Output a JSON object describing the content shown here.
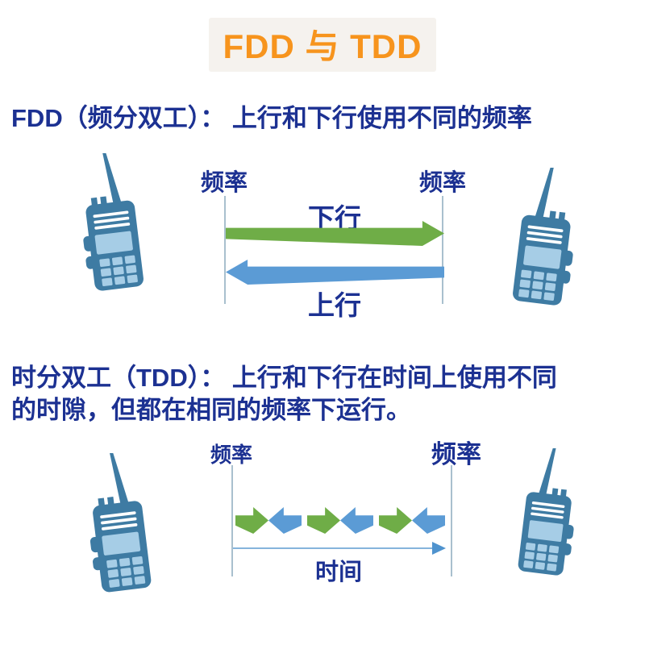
{
  "title": "FDD 与 TDD",
  "sections": {
    "fdd": {
      "heading": "FDD（频分双工）： 上行和下行使用不同的频率",
      "freq_label_left": "频率",
      "freq_label_right": "频率",
      "downlink_label": "下行",
      "uplink_label": "上行"
    },
    "tdd": {
      "heading_line1": "时分双工（TDD）： 上行和下行在时间上使用不同",
      "heading_line2": "的时隙，但都在相同的频率下运行。",
      "freq_label_left": "频率",
      "freq_label_right": "频率",
      "time_label": "时间",
      "slots": [
        "downlink",
        "uplink",
        "downlink",
        "uplink",
        "downlink",
        "uplink"
      ]
    }
  },
  "icons": {
    "handset": "walkie-talkie-icon"
  },
  "colors": {
    "title_orange": "#F7941D",
    "heading_navy": "#1C3192",
    "downlink_green": "#6FAD47",
    "uplink_blue": "#5B9BD5",
    "axis_line_blue": "#A9C0CE",
    "time_arrow_blue": "#4F93CE",
    "device_body": "#3E7BA3",
    "device_panel": "#A6CDE6"
  }
}
